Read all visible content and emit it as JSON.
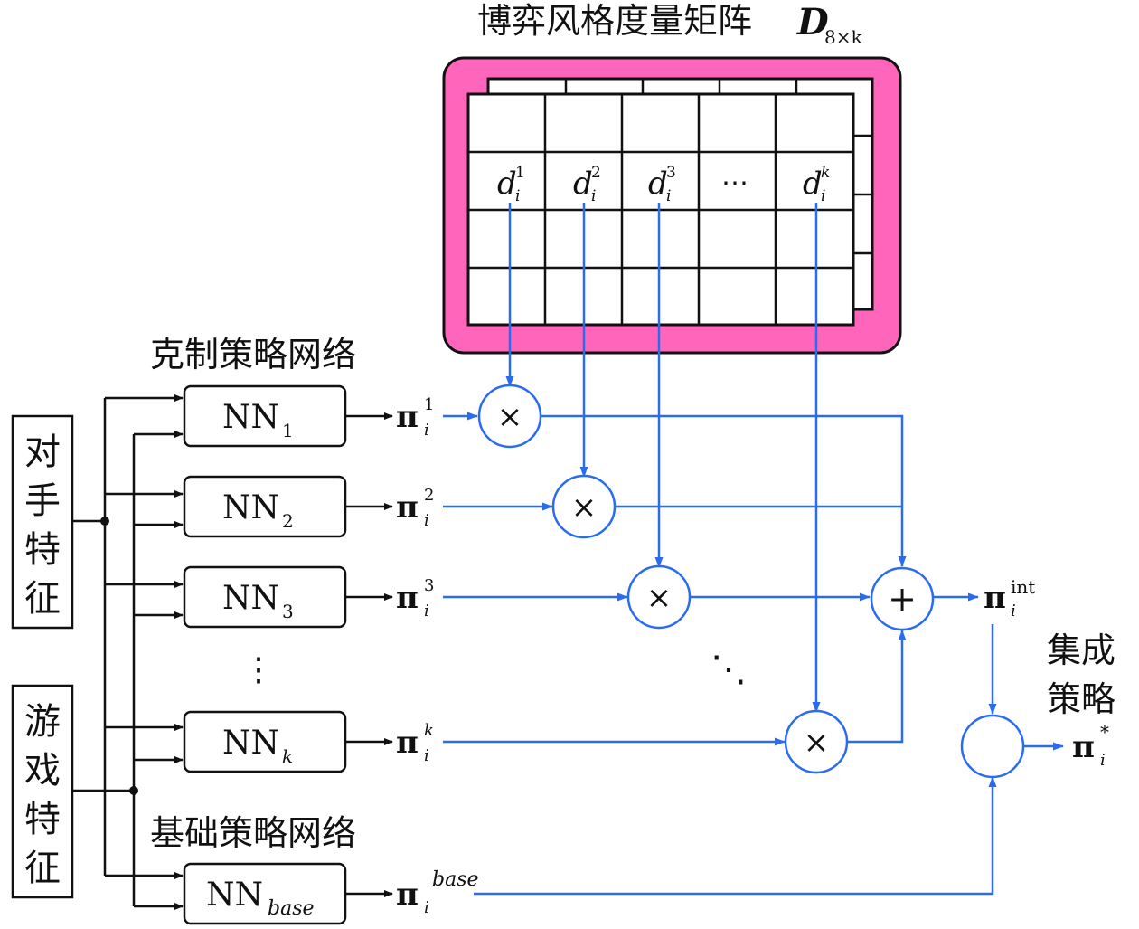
{
  "matrix": {
    "title": "博弈风格度量矩阵",
    "symbol": "D",
    "subscript": "8×k",
    "row_labels": [
      "d",
      "d",
      "d",
      "⋯",
      "d"
    ],
    "label_sub": "i",
    "label_sup": [
      "1",
      "2",
      "3",
      "",
      "k"
    ]
  },
  "inputs": {
    "opponent": "对手特征",
    "game": "游戏特征"
  },
  "sections": {
    "counter": "克制策略网络",
    "base": "基础策略网络",
    "ensemble_line1": "集成",
    "ensemble_line2": "策略"
  },
  "networks": [
    {
      "main": "NN",
      "sub": "1"
    },
    {
      "main": "NN",
      "sub": "2"
    },
    {
      "main": "NN",
      "sub": "3"
    },
    {
      "main": "NN",
      "sub": "k"
    },
    {
      "main": "NN",
      "sub": "base"
    }
  ],
  "vdots": "⋮",
  "ddots": "⋱",
  "policies": [
    {
      "sym": "π",
      "sub": "i",
      "sup": "1"
    },
    {
      "sym": "π",
      "sub": "i",
      "sup": "2"
    },
    {
      "sym": "π",
      "sub": "i",
      "sup": "3"
    },
    {
      "sym": "π",
      "sub": "i",
      "sup": "k"
    },
    {
      "sym": "π",
      "sub": "i",
      "sup": "base"
    }
  ],
  "operators": {
    "multiply": "×",
    "plus": "+"
  },
  "pi_int": {
    "sym": "π",
    "sub": "i",
    "sup": "int"
  },
  "pi_star": {
    "sym": "π",
    "sub": "i",
    "sup": "*"
  },
  "colors": {
    "matrix_frame": "#ff66bb",
    "blue": "#2a6cf0",
    "black": "#111111"
  }
}
